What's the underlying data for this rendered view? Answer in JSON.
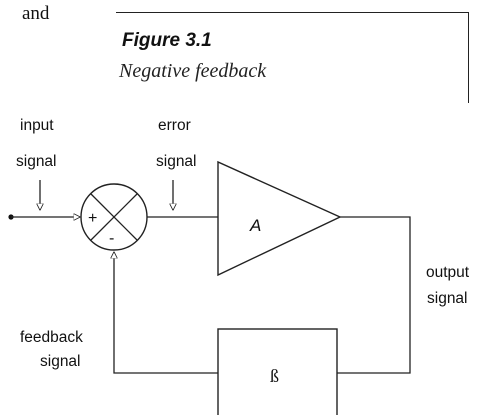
{
  "page_fragment": "and",
  "figure": {
    "number": "Figure 3.1",
    "title": "Negative feedback"
  },
  "diagram": {
    "input_label": [
      "input",
      "signal"
    ],
    "error_label": [
      "error",
      "signal"
    ],
    "output_label": [
      "output",
      "signal"
    ],
    "feedback_label": [
      "feedback",
      "signal"
    ],
    "amplifier_label": "A",
    "feedback_block_label": "ß",
    "summing_plus": "+",
    "summing_minus": "-"
  }
}
